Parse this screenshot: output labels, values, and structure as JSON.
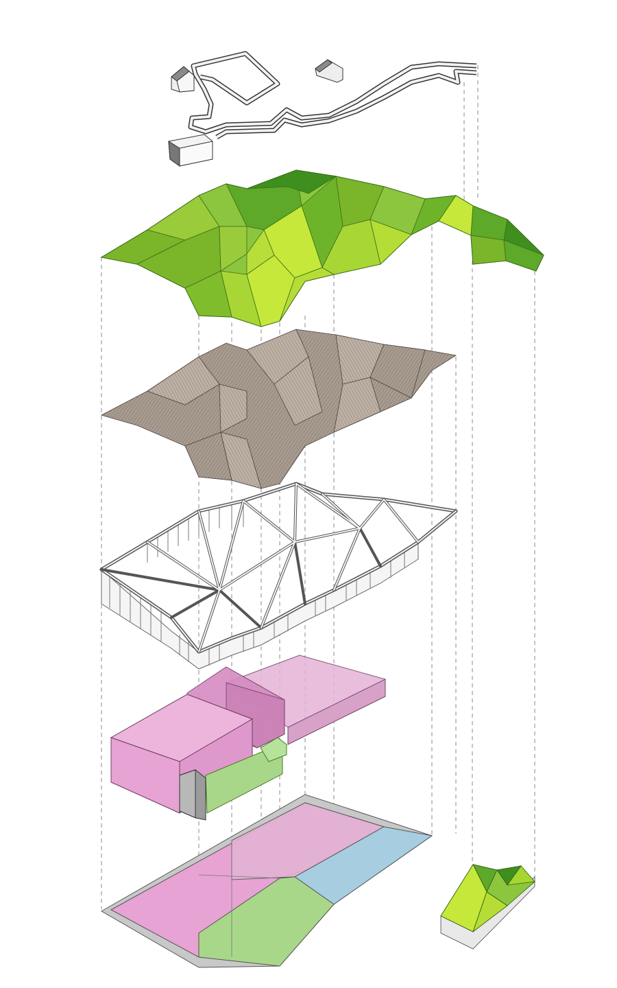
{
  "diagram": {
    "kind": "exploded axonometric",
    "layers": [
      {
        "id": "site-path",
        "description_label": ""
      },
      {
        "id": "green-roof-surface",
        "color": "#7ab52a"
      },
      {
        "id": "timber-ceiling-surface",
        "color": "#9a8e84"
      },
      {
        "id": "structural-frame",
        "color": "#555555"
      },
      {
        "id": "program-volumes",
        "colors": [
          "#e6a3d3",
          "#a9d78a",
          "#999999"
        ]
      },
      {
        "id": "ground-floor-plan",
        "colors": [
          "#e6a3d3",
          "#a9d78a",
          "#a7cde0",
          "#c8c8c8"
        ]
      },
      {
        "id": "detached-green-roof-module",
        "color": "#a6d62f"
      }
    ],
    "colors": {
      "green_light": "#c6e83a",
      "green_mid": "#8cc63e",
      "green_dark": "#3e8f1e",
      "pink": "#e6a3d3",
      "pink_dark": "#d58bc1",
      "mint": "#a9d78a",
      "blue": "#a7cde0",
      "grey": "#c8c8c8",
      "timber": "#9a8e84"
    },
    "icons": [
      "house-icon",
      "house-icon",
      "house-icon"
    ]
  }
}
